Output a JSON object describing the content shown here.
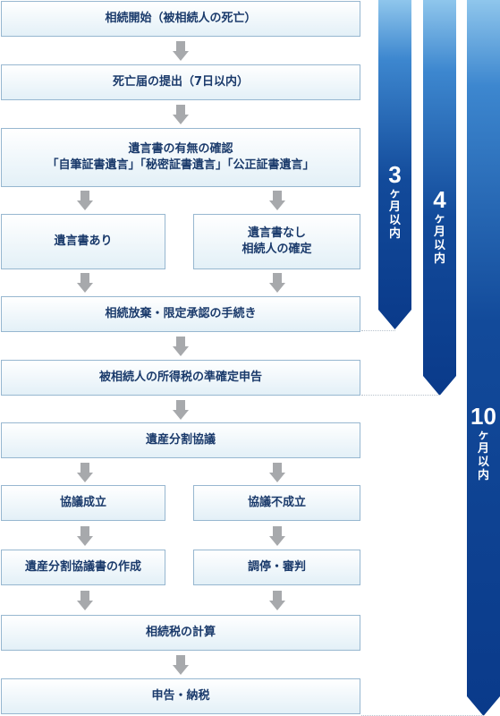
{
  "steps": {
    "start": "相続開始（被相続人の死亡）",
    "death_notice": "死亡届の提出（7日以内）",
    "will_check_line1": "遺言書の有無の確認",
    "will_check_line2": "「自筆証書遺言」「秘密証書遺言」「公正証書遺言」",
    "will_yes": "遺言書あり",
    "will_no_line1": "遺言書なし",
    "will_no_line2": "相続人の確定",
    "renunciation": "相続放棄・限定承認の手続き",
    "income_tax": "被相続人の所得税の準確定申告",
    "division_talks": "遺産分割協議",
    "agreement": "協議成立",
    "no_agreement": "協議不成立",
    "agreement_doc": "遺産分割協議書の作成",
    "mediation": "調停・審判",
    "tax_calc": "相続税の計算",
    "filing": "申告・納税"
  },
  "periods": [
    {
      "num": "3",
      "ch1": "ヶ",
      "ch2": "月",
      "ch3": "以",
      "ch4": "内"
    },
    {
      "num": "4",
      "ch1": "ヶ",
      "ch2": "月",
      "ch3": "以",
      "ch4": "内"
    },
    {
      "num": "10",
      "ch1": "ヶ",
      "ch2": "月",
      "ch3": "以",
      "ch4": "内"
    }
  ],
  "colors": {
    "box_border": "#97b7d0",
    "box_text": "#1a3a6b",
    "arrow": "#a7a9ac",
    "period_dark": "#0a3a8a",
    "period_light": "#5fa8dc"
  }
}
